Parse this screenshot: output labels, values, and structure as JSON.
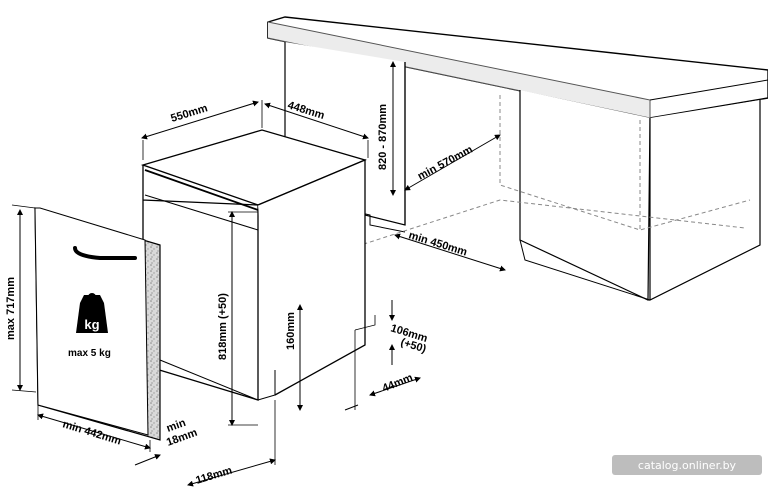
{
  "dimensions": {
    "width_550": "550mm",
    "depth_448": "448mm",
    "height_range": "820 - 870mm",
    "min_570": "min 570mm",
    "min_450": "min 450mm",
    "height_818": "818mm (+50)",
    "plinth_160": "160mm",
    "door_max_717": "max 717mm",
    "door_min_442": "min 442mm",
    "door_min_18": "min",
    "door_min_18b": "18mm",
    "offset_118": "118mm",
    "plinth_106": "106mm",
    "plinth_106b": "(+50)",
    "plinth_44": "44mm"
  },
  "weight_badge": {
    "symbol": "kg",
    "label": "max 5 kg"
  },
  "watermark": "catalog.onliner.by",
  "colors": {
    "line": "#000000",
    "door_edge": "#b0b0b0",
    "countertop_edge": "#555555",
    "watermark_bg": "#bdbdbd"
  }
}
